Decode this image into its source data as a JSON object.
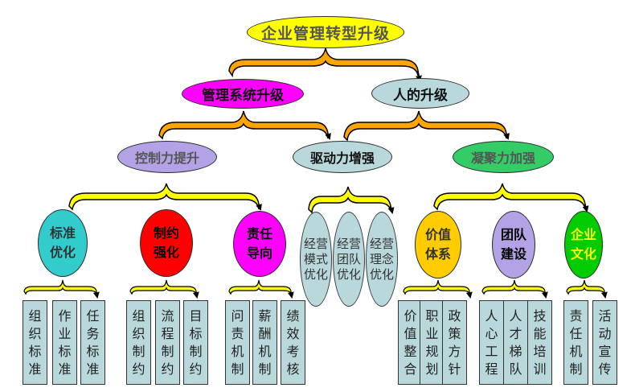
{
  "root": {
    "label": "企业管理转型升级",
    "color": "#ffff00"
  },
  "level1": [
    {
      "label": "管理系统升级",
      "color": "#ff00ff"
    },
    {
      "label": "人的升级",
      "color": "#b9d8dc"
    }
  ],
  "level2": [
    {
      "label": "控制力提升",
      "color": "#b3a3e6"
    },
    {
      "label": "驱动力增强",
      "color": "#b9d8dc"
    },
    {
      "label": "凝聚力加强",
      "color": "#33cc66"
    }
  ],
  "level3": [
    {
      "label": "标准\n优化",
      "color": "#33cccc",
      "text_color": "#333333"
    },
    {
      "label": "制约\n强化",
      "color": "#ff0000",
      "text_color": "#000000"
    },
    {
      "label": "责任\n导向",
      "color": "#ff00ff",
      "text_color": "#000000"
    },
    {
      "label": "价值\n体系",
      "color": "#ffcc00",
      "text_color": "#333333"
    },
    {
      "label": "团队\n建设",
      "color": "#b3a3e6",
      "text_color": "#000000"
    },
    {
      "label": "企业\n文化",
      "color": "#00cc00",
      "text_color": "#ffff00"
    }
  ],
  "drive_items": [
    {
      "label": "经营\n模式\n优化"
    },
    {
      "label": "经营\n团队\n优化"
    },
    {
      "label": "经营\n理念\n优化"
    }
  ],
  "leaves": [
    {
      "label": "组\n织\n标\n准"
    },
    {
      "label": "作\n业\n标\n准"
    },
    {
      "label": "任\n务\n标\n准"
    },
    {
      "label": "组\n织\n制\n约"
    },
    {
      "label": "流\n程\n制\n约"
    },
    {
      "label": "目\n标\n制\n约"
    },
    {
      "label": "问\n责\n机\n制"
    },
    {
      "label": "薪\n酬\n机\n制"
    },
    {
      "label": "绩\n效\n考\n核"
    },
    {
      "label": "价\n值\n整\n合"
    },
    {
      "label": "职\n业\n规\n划"
    },
    {
      "label": "政\n策\n方\n针"
    },
    {
      "label": "人\n心\n工\n程"
    },
    {
      "label": "人\n才\n梯\n队"
    },
    {
      "label": "技\n能\n培\n训"
    },
    {
      "label": "责\n任\n机\n制"
    },
    {
      "label": "活\n动\n宣\n传"
    }
  ],
  "connector_colors": {
    "orange": "#ffa500",
    "yellow": "#ffff00"
  }
}
